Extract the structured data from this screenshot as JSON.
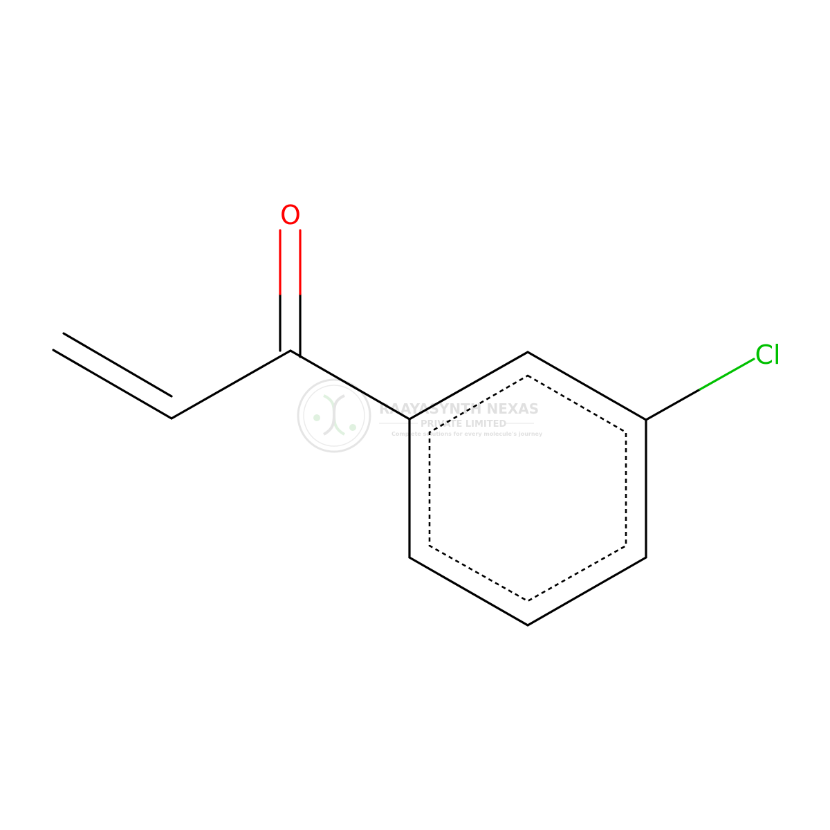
{
  "molecule": {
    "atoms": {
      "oxygen": {
        "symbol": "O",
        "color": "#ff0000"
      },
      "chlorine": {
        "symbol": "Cl",
        "color": "#00c000"
      }
    },
    "bond_color": "#000000"
  },
  "watermark": {
    "line1": "RAAYASYNTH NEXAS",
    "line2": "PRIVATE LIMITED",
    "tagline": "Complete solutions for every molecule's journey",
    "color": "#c8c8c8"
  }
}
